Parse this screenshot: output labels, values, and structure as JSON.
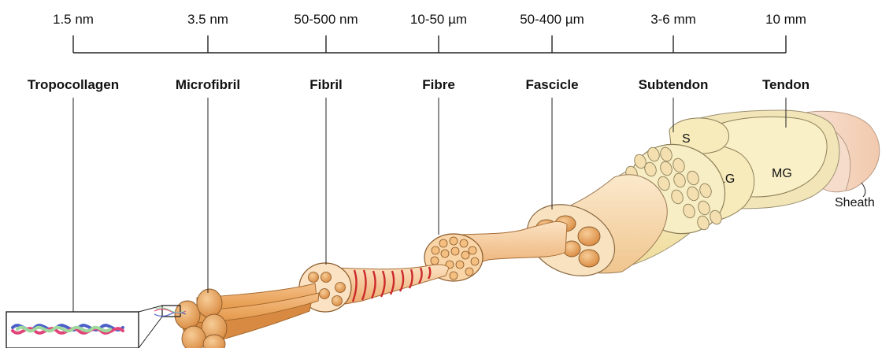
{
  "scale": {
    "ticks": [
      "1.5 nm",
      "3.5 nm",
      "50-500 nm",
      "10-50 µm",
      "50-400 µm",
      "3-6 mm",
      "10 mm"
    ]
  },
  "levels": [
    "Tropocollagen",
    "Microfibril",
    "Fibril",
    "Fibre",
    "Fascicle",
    "Subtendon",
    "Tendon"
  ],
  "subtendons": [
    "S",
    "LG",
    "MG"
  ],
  "sheath": "Sheath",
  "colors": {
    "fibril": "#e8a055",
    "fibre": "#f2bb75",
    "fascicle": "#f4d09a",
    "subtendon": "#f6e6a4",
    "tendon": "#f8eec0",
    "sheath": "#f6d8c4",
    "crossbands": "#cc2a2a",
    "helix": [
      "#e0457a",
      "#4a5fc8",
      "#9dd89d"
    ]
  }
}
